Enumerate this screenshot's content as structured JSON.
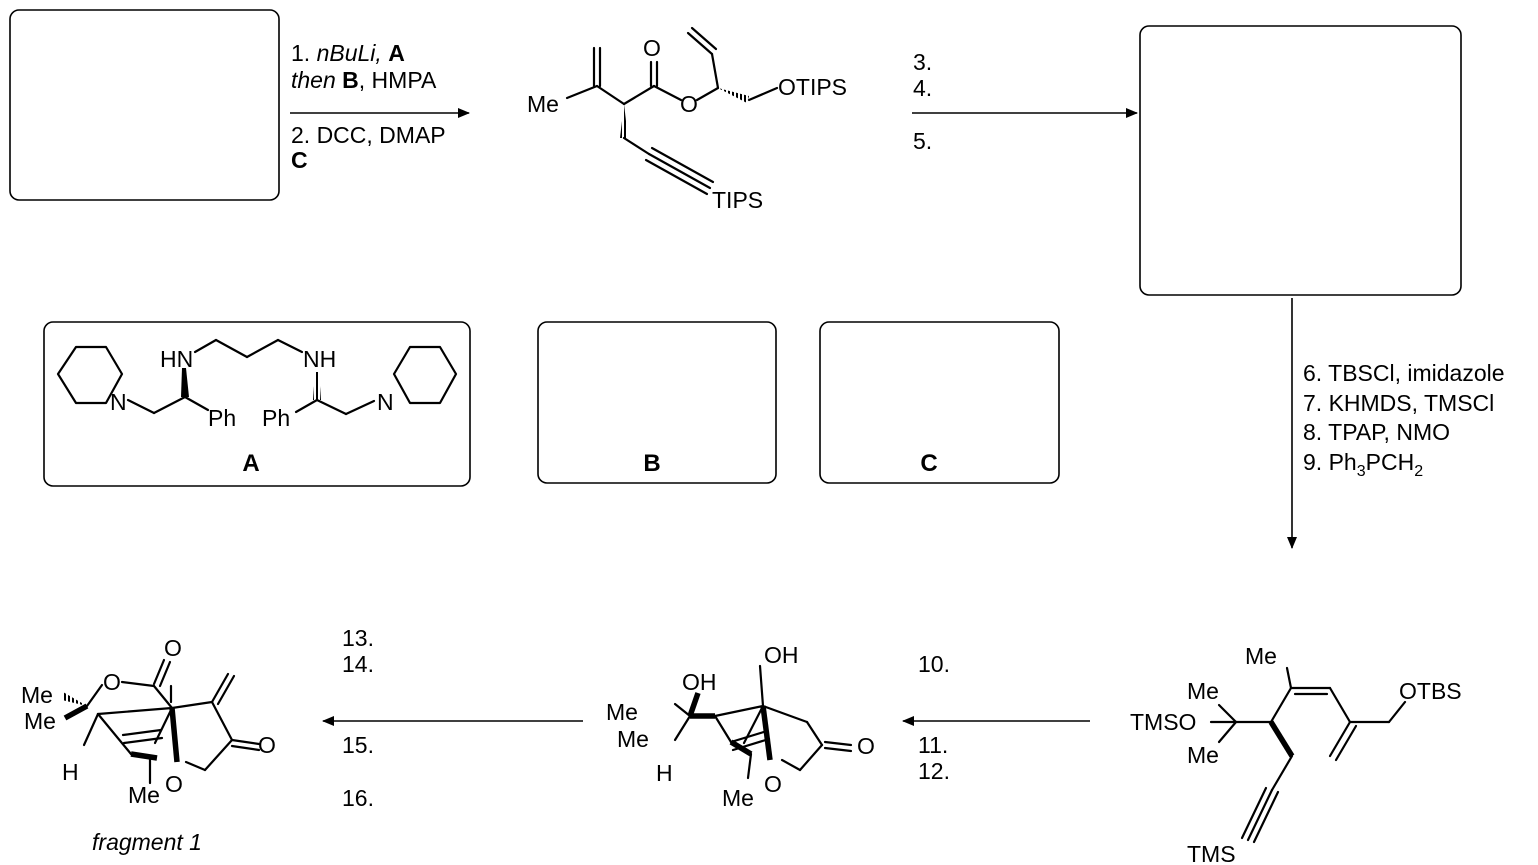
{
  "steps": {
    "s1": [
      "1. ",
      "nBuLi, ",
      "A"
    ],
    "s1b": [
      "then ",
      "B",
      ", HMPA"
    ],
    "s2": "2. DCC, DMAP",
    "s2b": "C",
    "s3": "3.",
    "s4": "4.",
    "s5": "5.",
    "s6": "6. TBSCl, imidazole",
    "s7": "7. KHMDS, TMSCl",
    "s8": "8. TPAP, NMO",
    "s9": [
      "9. Ph",
      "3",
      "PCH",
      "2"
    ],
    "s10": "10.",
    "s11": "11.",
    "s12": "12.",
    "s13": "13.",
    "s14": "14.",
    "s15": "15.",
    "s16": "16."
  },
  "reagents": {
    "A": "A",
    "B": "B",
    "C": "C"
  },
  "labels": {
    "me": "Me",
    "o": "O",
    "otips": "OTIPS",
    "tips": "TIPS",
    "hn": "HN",
    "nh": "NH",
    "n": "N",
    "ph": "Ph",
    "tmso": "TMSO",
    "otbs": "OTBS",
    "tms": "TMS",
    "oh": "OH",
    "h": "H",
    "fragment": "fragment 1"
  }
}
